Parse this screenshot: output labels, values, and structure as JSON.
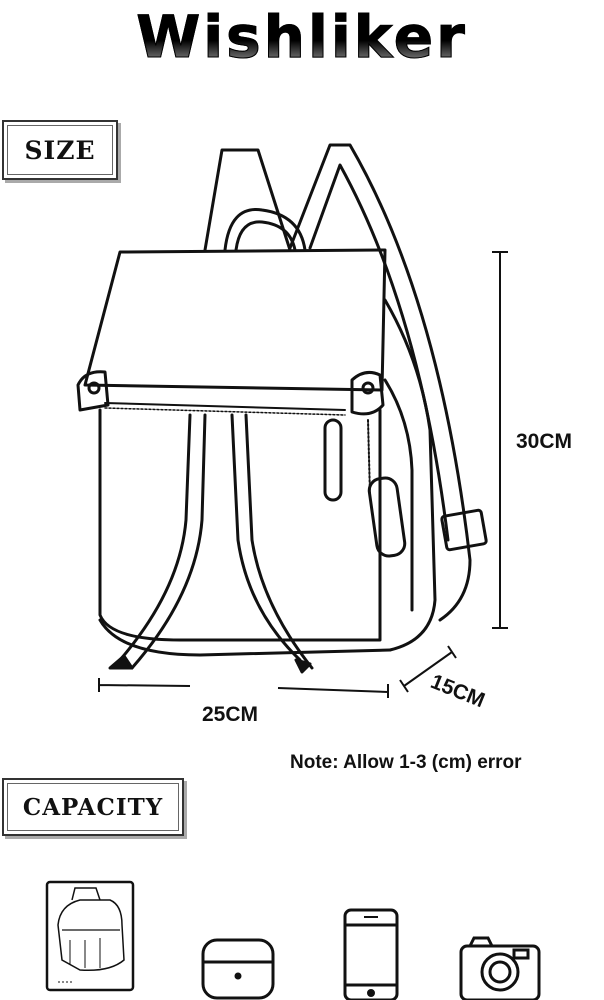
{
  "brand": {
    "name": "Wishliker"
  },
  "sections": {
    "size_label": "SIZE",
    "capacity_label": "CAPACITY"
  },
  "dimensions": {
    "height": "30CM",
    "width": "25CM",
    "depth": "15CM"
  },
  "note": "Note: Allow 1-3 (cm) error",
  "capacity_icons": [
    "mini-backpack-icon",
    "earbuds-case-icon",
    "smartphone-icon",
    "camera-icon"
  ]
}
